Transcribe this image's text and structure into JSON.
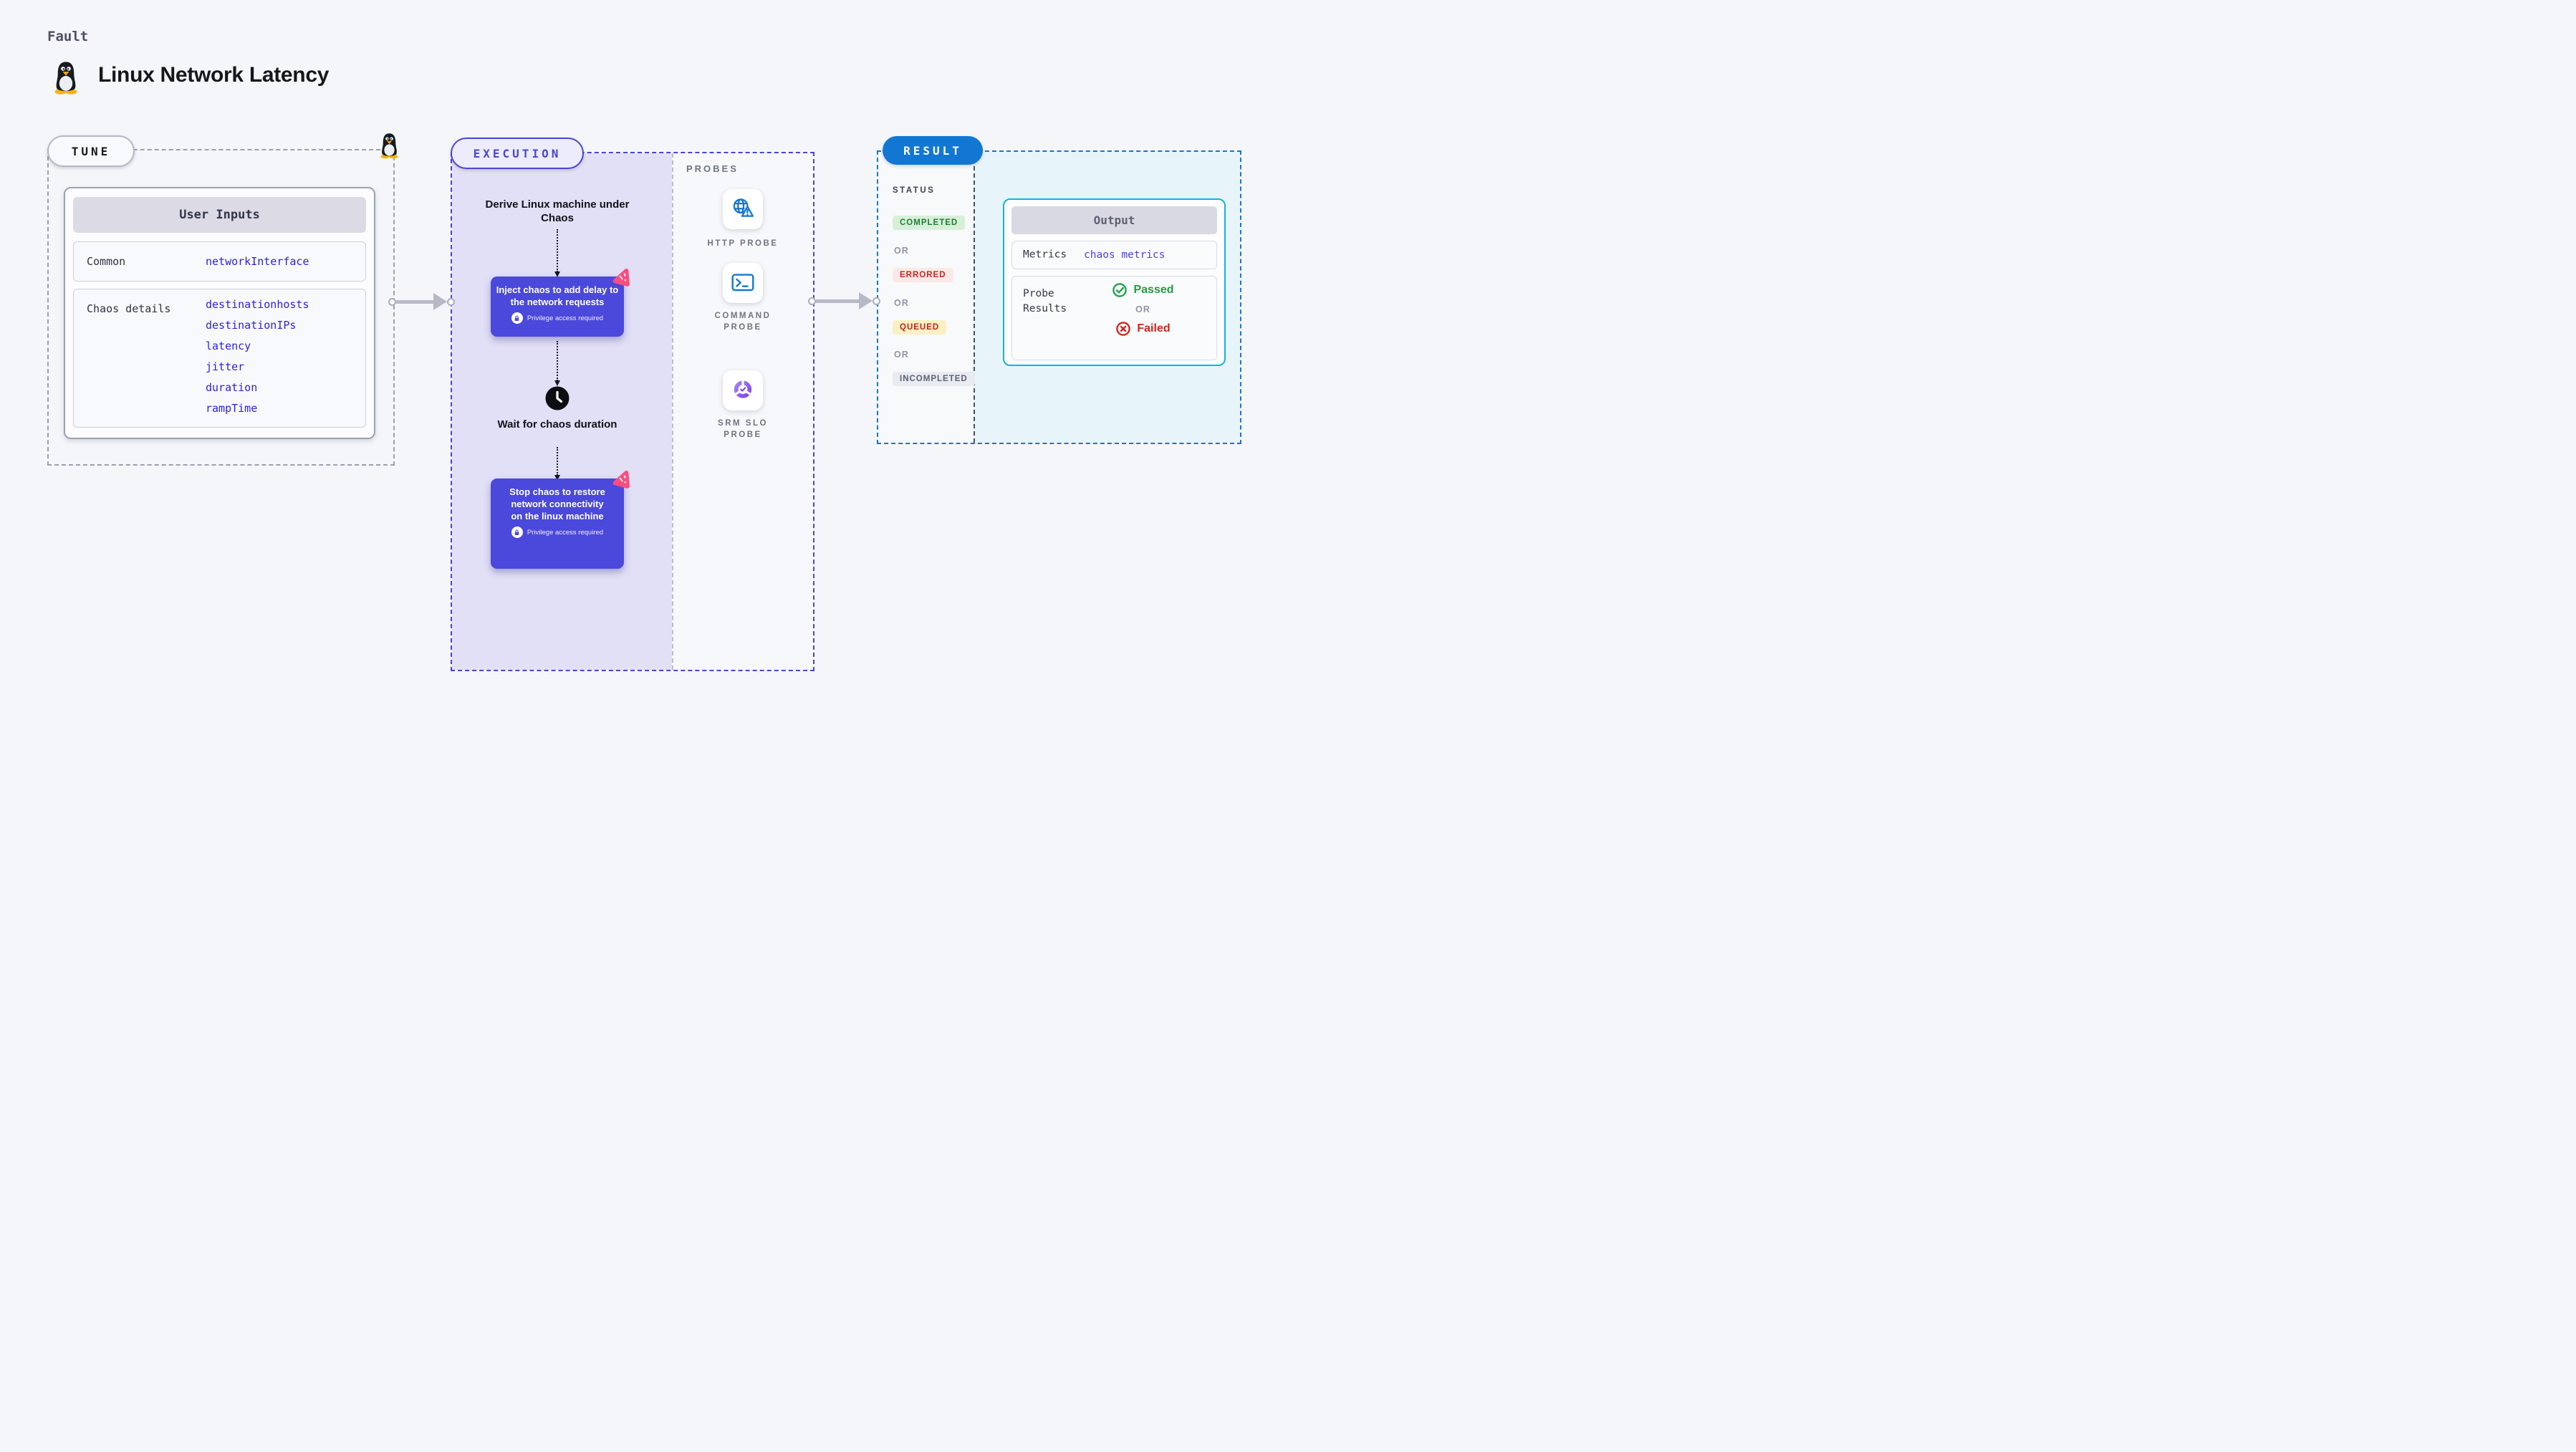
{
  "page": {
    "kicker": "Fault",
    "title": "Linux Network Latency"
  },
  "tune": {
    "badge": "TUNE",
    "card": {
      "header": "User Inputs",
      "rows": [
        {
          "label": "Common",
          "values": [
            "networkInterface"
          ]
        },
        {
          "label": "Chaos details",
          "values": [
            "destinationhosts",
            "destinationIPs",
            "latency",
            "jitter",
            "duration",
            "rampTime"
          ]
        }
      ]
    }
  },
  "execution": {
    "badge": "EXECUTION",
    "flow": {
      "derive": "Derive Linux machine under Chaos",
      "inject": {
        "text": "Inject chaos to add delay to the network requests",
        "privilege": "Privilege access required"
      },
      "wait": "Wait for chaos duration",
      "stop": {
        "text": "Stop chaos to restore network connectivity on the linux machine",
        "privilege": "Privilege access required"
      }
    },
    "probes": {
      "label": "PROBES",
      "items": [
        {
          "name": "HTTP PROBE",
          "icon": "globe-alert-icon"
        },
        {
          "name": "COMMAND PROBE",
          "icon": "terminal-icon"
        },
        {
          "name": "SRM SLO PROBE",
          "icon": "slo-pie-icon"
        }
      ]
    }
  },
  "result": {
    "badge": "RESULT",
    "status": {
      "label": "STATUS",
      "separator": "OR",
      "items": [
        {
          "text": "COMPLETED",
          "tone": "green"
        },
        {
          "text": "ERRORED",
          "tone": "red"
        },
        {
          "text": "QUEUED",
          "tone": "yellow"
        },
        {
          "text": "INCOMPLETED",
          "tone": "gray"
        }
      ]
    },
    "output": {
      "header": "Output",
      "metrics": {
        "label": "Metrics",
        "value": "chaos metrics"
      },
      "probe_results": {
        "label": "Probe Results",
        "passed": "Passed",
        "separator": "OR",
        "failed": "Failed"
      }
    }
  },
  "colors": {
    "indigo": "#4b48dc",
    "execution_fill": "#e2e0f7",
    "result_blue": "#1277d3",
    "output_border": "#14b0e6",
    "chaos_pink": "#fb4d7e",
    "probe_blue": "#1478d1",
    "srm_purple": "#7c3aed",
    "passed_green": "#1f9e3e",
    "failed_red": "#cf2419",
    "value_blue": "#2a1fe4",
    "completed_green": "#1b7e31",
    "errored_red": "#c3281c",
    "queued_bg": "#faf0c4",
    "incompleted_gray": "#596175"
  }
}
